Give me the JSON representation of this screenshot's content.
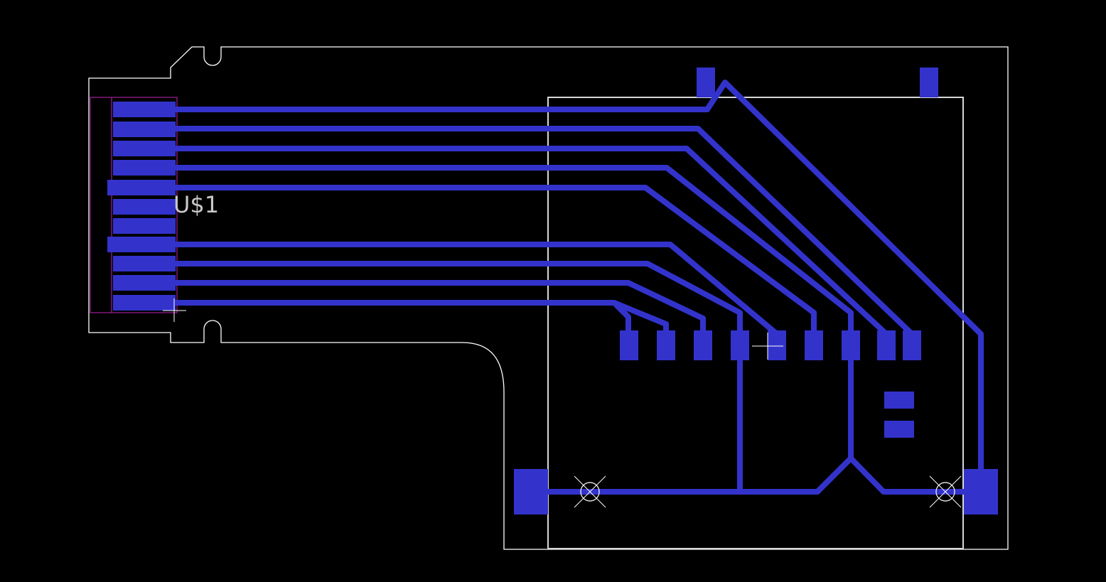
{
  "component": {
    "reference": "U$1"
  },
  "colors": {
    "background": "#000000",
    "copper": "#3333cc",
    "outline": "#ffffff",
    "keepout": "#d8d8d8",
    "silkscreen": "#a0209a",
    "label": "#c8c8c8"
  },
  "connector_pin_count": 11,
  "footprint_signal_pad_count": 9,
  "mounting_holes": 2
}
